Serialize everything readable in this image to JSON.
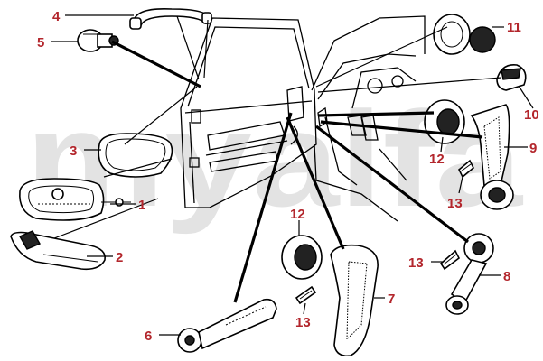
{
  "watermark": "myalfa",
  "callouts": {
    "c1": "1",
    "c2": "2",
    "c3": "3",
    "c4": "4",
    "c5": "5",
    "c6": "6",
    "c7": "7",
    "c8": "8",
    "c9": "9",
    "c10": "10",
    "c11": "11",
    "c12a": "12",
    "c12b": "12",
    "c13a": "13",
    "c13b": "13",
    "c13c": "13"
  },
  "colors": {
    "callout": "#b3262c",
    "line": "#000000",
    "watermark": "#e3e3e3",
    "background": "#ffffff"
  }
}
